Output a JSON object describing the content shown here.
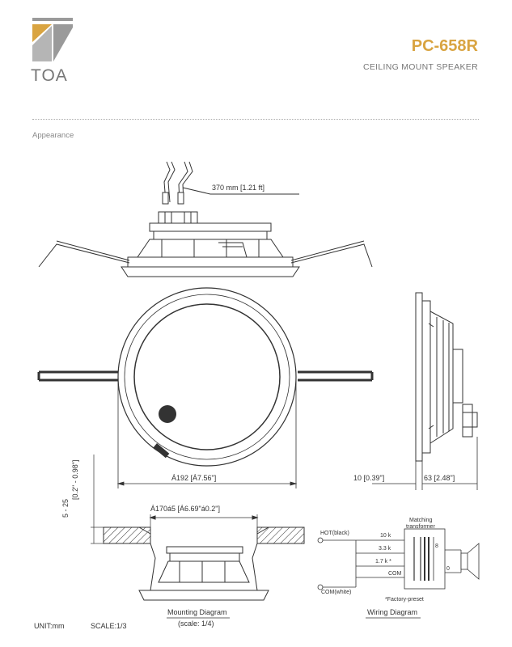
{
  "header": {
    "brand": "TOA",
    "model": "PC-658R",
    "subtitle": "CEILING MOUNT SPEAKER"
  },
  "section_title": "Appearance",
  "dimensions": {
    "cable_length": "370 mm [1.21 ft]",
    "outer_diameter": "Á192 [Á7.56\"]",
    "face_depth": "10 [0.39\"]",
    "body_depth": "63 [2.48\"]",
    "panel_thickness": "5 - 25",
    "panel_thickness_in": "[0.2\" - 0.98\"]",
    "cutout": "Á170á5 [Á6.69\"á0.2\"]"
  },
  "captions": {
    "mounting": "Mounting Diagram",
    "mounting_scale": "(scale: 1/4)",
    "wiring": "Wiring Diagram"
  },
  "wiring": {
    "transformer_label_1": "Matching",
    "transformer_label_2": "transformer",
    "hot": "HOT(black)",
    "com": "COM(white)",
    "taps": [
      "10 k",
      "3.3 k",
      "1.7 k *",
      "COM"
    ],
    "impedance_top": "8",
    "impedance_bottom": "0",
    "note": "*Factory-preset"
  },
  "footer": {
    "unit": "UNIT:mm",
    "scale": "SCALE:1/3"
  },
  "colors": {
    "accent": "#d9a441",
    "logo_gray": "#9a9a9a",
    "line": "#333333"
  }
}
